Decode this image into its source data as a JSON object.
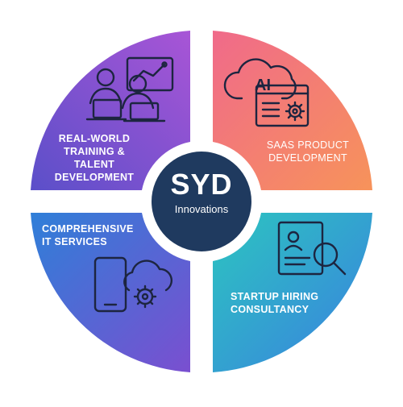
{
  "center": {
    "title": "SYD",
    "subtitle": "Innovations"
  },
  "quadrants": {
    "top_left": {
      "lines": [
        "REAL-WORLD",
        "TRAINING &",
        "TALENT",
        "DEVELOPMENT"
      ],
      "icon": "team-training-icon"
    },
    "top_right": {
      "lines": [
        "SAAS PRODUCT",
        "DEVELOPMENT"
      ],
      "icon": "ai-cloud-icon",
      "icon_text": "AI"
    },
    "bottom_left": {
      "lines": [
        "COMPREHENSIVE",
        "IT SERVICES"
      ],
      "icon": "mobile-cloud-icon"
    },
    "bottom_right": {
      "lines": [
        "STARTUP HIRING",
        "CONSULTANCY"
      ],
      "icon": "resume-search-icon"
    }
  },
  "colors": {
    "center": "#1f3a5f",
    "top_left_from": "#a855d6",
    "top_left_to": "#5b4fc9",
    "top_right_from": "#f06a8a",
    "top_right_to": "#f7935a",
    "bottom_left_from": "#2f7fd8",
    "bottom_left_to": "#7a4fd0",
    "bottom_right_from": "#2cc5c0",
    "bottom_right_to": "#3a7fe0",
    "icon_stroke": "#1d2540"
  }
}
